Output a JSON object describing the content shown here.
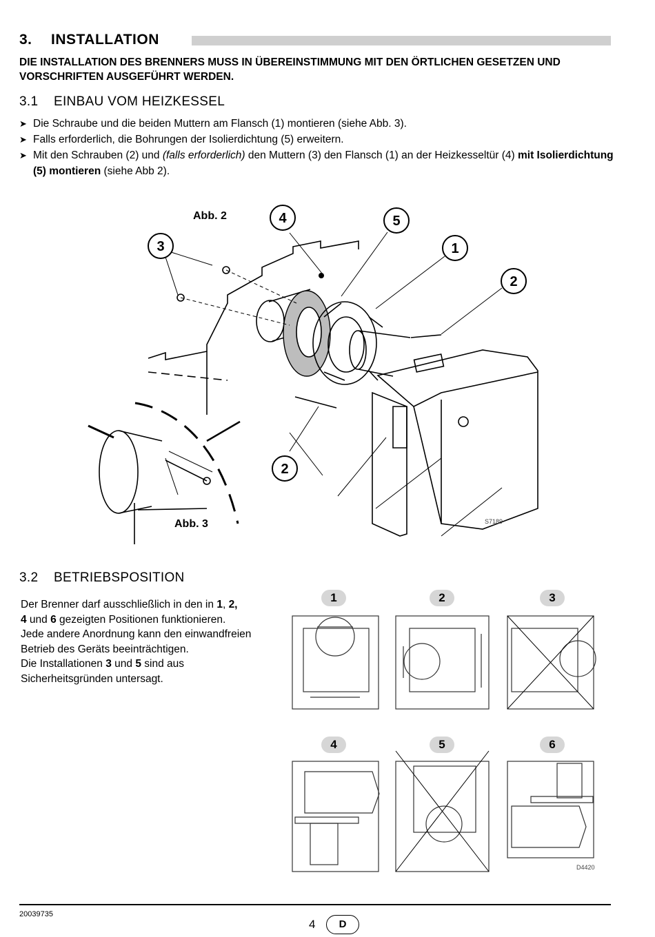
{
  "section": {
    "number": "3.",
    "title": "INSTALLATION"
  },
  "intro": "DIE INSTALLATION DES BRENNERS MUSS IN ÜBEREINSTIMMUNG MIT DEN ÖRTLICHEN GESETZEN UND VORSCHRIFTEN AUSGEFÜHRT WERDEN.",
  "sub1": {
    "number": "3.1",
    "title": "EINBAU VOM HEIZKESSEL"
  },
  "bullets": [
    {
      "text": "Die Schraube und die beiden Muttern am Flansch (1) montieren (siehe Abb. 3)."
    },
    {
      "text": "Falls erforderlich, die Bohrungen der Isolierdichtung (5) erweitern."
    },
    {
      "a": "Mit den Schrauben (2) und ",
      "b": "(falls erforderlich)",
      "c": " den Muttern (3) den Flansch (1) an der Heizkesseltür (4) ",
      "d": "mit Isolierdichtung (5) montieren",
      "e": " (siehe Abb 2)."
    }
  ],
  "figure": {
    "abb2": "Abb. 2",
    "abb3": "Abb. 3",
    "code": "S7189",
    "callouts": [
      "1",
      "2",
      "2",
      "3",
      "4",
      "5"
    ]
  },
  "sub2": {
    "number": "3.2",
    "title": "BETRIEBSPOSITION"
  },
  "position_text": {
    "p1": "Der Brenner darf ausschließlich in den in ",
    "n1": "1",
    "s1": ", ",
    "n2": "2,",
    "s2": " ",
    "n4": "4",
    "s3": " und ",
    "n6": "6",
    "p2": " gezeigten Positionen funktionieren.",
    "p3": "Jede andere Anordnung kann den einwandfreien Betrieb des Geräts beeinträchtigen.",
    "p4": "Die Installationen ",
    "n3": "3",
    "s4": " und ",
    "n5": "5",
    "p5": " sind aus Sicherheitsgründen untersagt."
  },
  "positions": [
    {
      "label": "1",
      "allowed": true
    },
    {
      "label": "2",
      "allowed": true
    },
    {
      "label": "3",
      "allowed": false
    },
    {
      "label": "4",
      "allowed": true
    },
    {
      "label": "5",
      "allowed": false
    },
    {
      "label": "6",
      "allowed": true
    }
  ],
  "positions_code": "D4420",
  "footer": {
    "doc_number": "20039735",
    "page": "4",
    "lang": "D"
  }
}
